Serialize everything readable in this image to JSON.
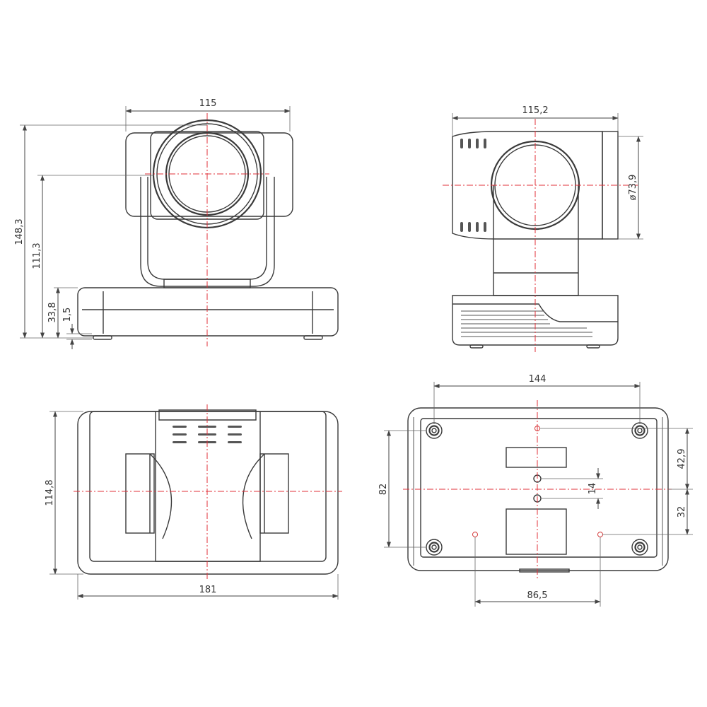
{
  "views": {
    "front": {
      "width": "115",
      "height_total": "148,3",
      "height_lens": "111,3",
      "height_base": "33,8",
      "foot": "1,5"
    },
    "side": {
      "width": "115,2",
      "lens_diameter": "ø73,9"
    },
    "top": {
      "depth": "114,8",
      "width": "181"
    },
    "bottom": {
      "hole_span": "144",
      "hole_depth": "82",
      "upper_offset": "42,9",
      "lower_offset": "32",
      "center_gap": "14",
      "lower_span": "86,5"
    }
  },
  "colors": {
    "outline": "#3a3a3a",
    "centerline": "#e0303a",
    "background": "#ffffff"
  }
}
